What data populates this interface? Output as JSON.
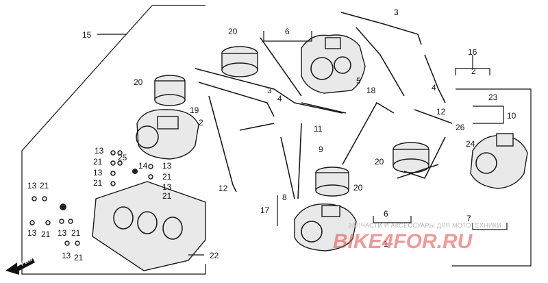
{
  "diagram": {
    "part_labels": [
      "15",
      "20",
      "6",
      "3",
      "16",
      "20",
      "2",
      "5",
      "18",
      "19",
      "2",
      "4",
      "23",
      "10",
      "11",
      "12",
      "26",
      "24",
      "13",
      "25",
      "14",
      "13",
      "21",
      "13",
      "21",
      "21",
      "13",
      "13",
      "21",
      "9",
      "20",
      "21",
      "12",
      "20",
      "17",
      "8",
      "6",
      "7",
      "13",
      "21",
      "13",
      "21",
      "13",
      "21",
      "22",
      "1",
      "3",
      "4"
    ],
    "fwd_arrow_text": "FWD"
  },
  "watermark": {
    "line1": "ЗАПЧАСТИ И АКСЕССУАРЫ ДЛЯ МОТОТЕХНИКИ",
    "line2": "BIKE4FOR.RU"
  },
  "colors": {
    "ink": "#111111",
    "watermark_red": "#e04848",
    "watermark_grey": "#b9b9b9"
  }
}
